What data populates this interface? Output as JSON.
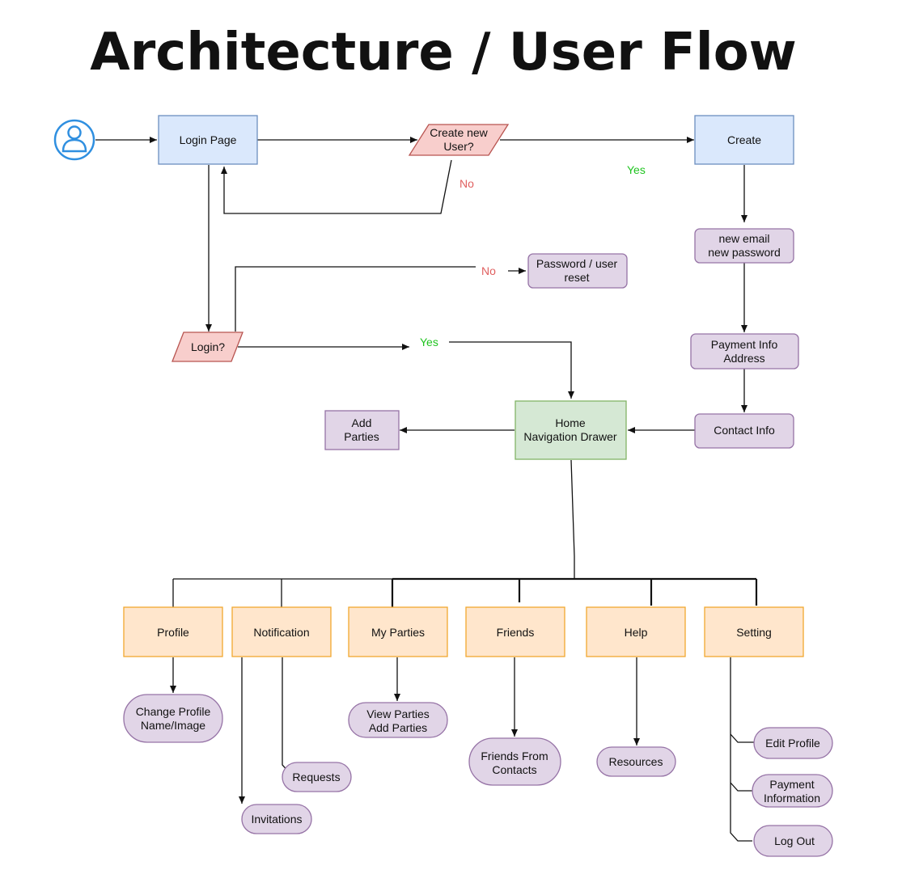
{
  "title": "Architecture / User Flow",
  "colors": {
    "blue_fill": "#dae8fc",
    "blue_stroke": "#6c8ebf",
    "red_fill": "#f8cecc",
    "red_stroke": "#b85450",
    "purple_fill": "#e1d5e7",
    "purple_stroke": "#9673a6",
    "green_fill": "#d5e8d4",
    "green_stroke": "#82b366",
    "orange_fill": "#ffe6cc",
    "orange_stroke": "#f0a830",
    "user_icon": "#2f8fe0"
  },
  "nodes": {
    "login_page": "Login Page",
    "create_new_user": [
      "Create new",
      "User?"
    ],
    "create": "Create",
    "new_email": [
      "new email",
      "new password"
    ],
    "payment_info": [
      "Payment Info",
      "Address"
    ],
    "contact_info": "Contact Info",
    "password_reset": [
      "Password / user",
      "reset"
    ],
    "login_q": "Login?",
    "home": [
      "Home",
      "Navigation Drawer"
    ],
    "add_parties": [
      "Add",
      "Parties"
    ],
    "profile": "Profile",
    "notification": "Notification",
    "my_parties": "My Parties",
    "friends": "Friends",
    "help": "Help",
    "setting": "Setting",
    "change_profile": [
      "Change Profile",
      "Name/Image"
    ],
    "view_parties": [
      "View Parties",
      "Add Parties"
    ],
    "friends_from_contacts": [
      "Friends From",
      "Contacts"
    ],
    "resources": "Resources",
    "requests": "Requests",
    "invitations": "Invitations",
    "edit_profile": "Edit Profile",
    "payment_information": [
      "Payment",
      "Information"
    ],
    "log_out": "Log Out"
  },
  "edge_labels": {
    "yes_create": "Yes",
    "no_create": "No",
    "no_login": "No",
    "yes_login": "Yes"
  }
}
